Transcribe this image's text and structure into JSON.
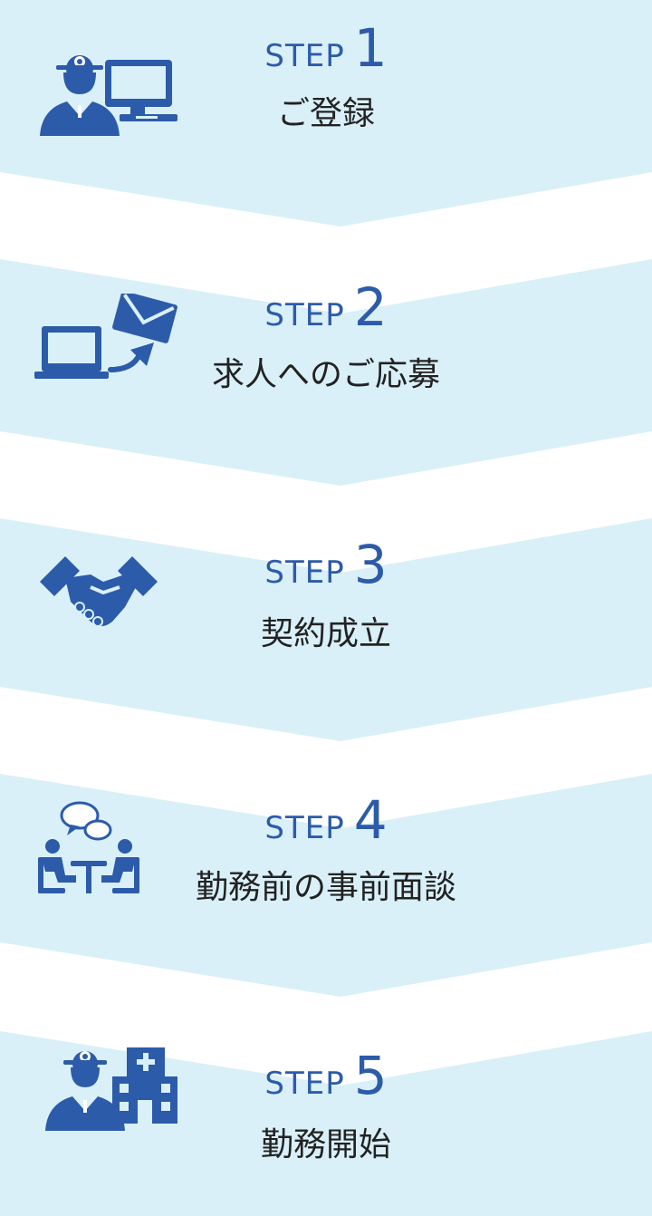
{
  "colors": {
    "band": "#d9f0f9",
    "accent": "#2c5ba9",
    "title_text": "#222222",
    "separator": "#ffffff"
  },
  "steps": [
    {
      "prefix": "STEP",
      "number": "1",
      "title": "ご登録",
      "icon": "doctor-computer-icon"
    },
    {
      "prefix": "STEP",
      "number": "2",
      "title": "求人へのご応募",
      "icon": "laptop-send-mail-icon"
    },
    {
      "prefix": "STEP",
      "number": "3",
      "title": "契約成立",
      "icon": "handshake-icon"
    },
    {
      "prefix": "STEP",
      "number": "4",
      "title": "勤務前の事前面談",
      "icon": "meeting-chat-icon"
    },
    {
      "prefix": "STEP",
      "number": "5",
      "title": "勤務開始",
      "icon": "doctor-hospital-icon"
    }
  ]
}
